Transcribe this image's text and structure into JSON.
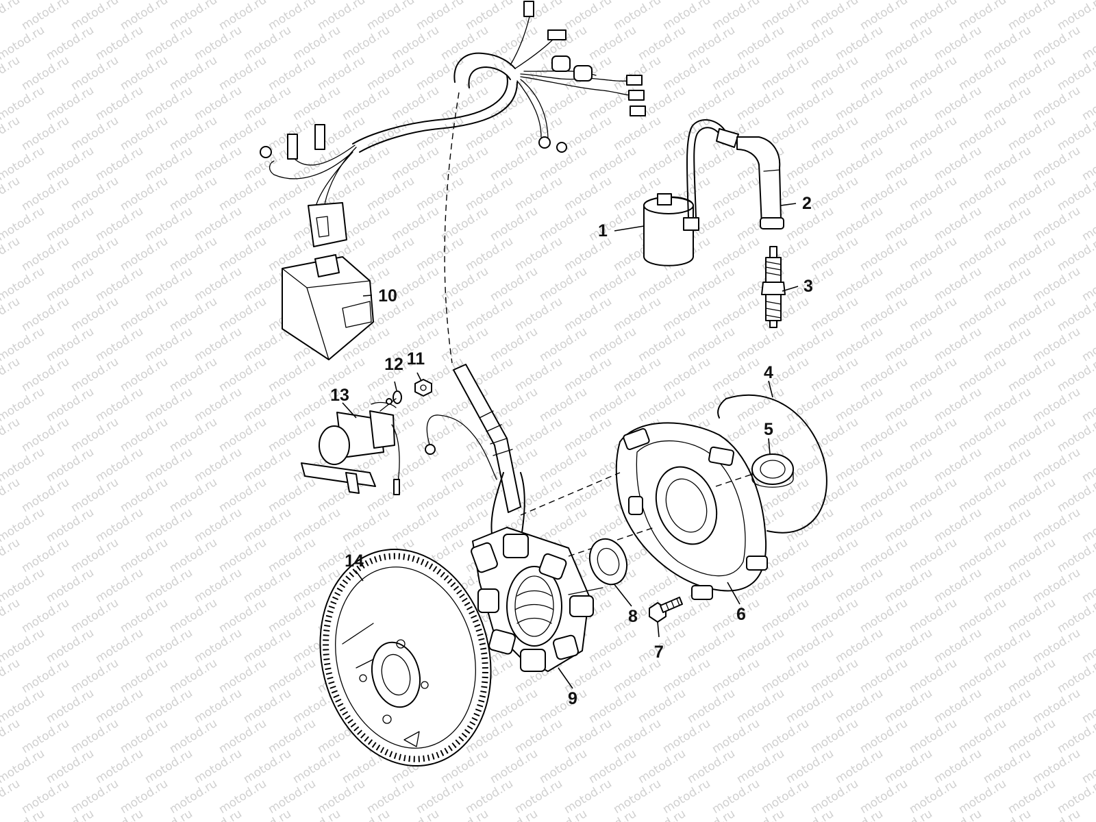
{
  "watermark": "motod.ru",
  "callouts": [
    "1",
    "2",
    "3",
    "4",
    "5",
    "6",
    "7",
    "8",
    "9",
    "10",
    "11",
    "12",
    "13",
    "14"
  ]
}
